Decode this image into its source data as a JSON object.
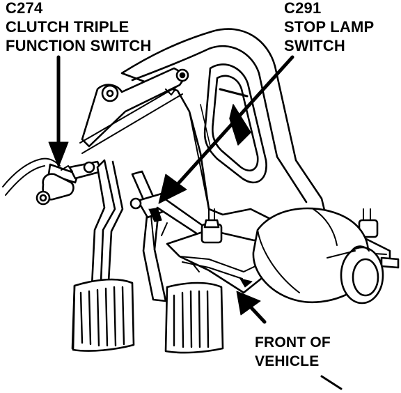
{
  "callouts": {
    "clutch_switch": {
      "code": "C274",
      "line1": "CLUTCH TRIPLE",
      "line2": "FUNCTION SWITCH"
    },
    "stop_lamp_switch": {
      "code": "C291",
      "line1": "STOP LAMP",
      "line2": "SWITCH"
    },
    "front": {
      "line1": "FRONT OF",
      "line2": "VEHICLE"
    }
  },
  "style": {
    "ink": "#000000",
    "paper": "#ffffff"
  }
}
